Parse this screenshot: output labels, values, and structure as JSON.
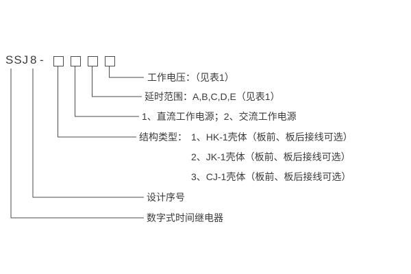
{
  "model": {
    "prefix": "SSJ",
    "number": "8",
    "separator": "-"
  },
  "labels": {
    "working_voltage": "工作电压：（见表1）",
    "delay_range": "延时范围：A,B,C,D,E（见表1）",
    "power_type": "1、直流工作电源；2、交流工作电源",
    "structure_type_title": "结构类型：",
    "structure_type_1": "1、HK-1壳体（板前、板后接线可选）",
    "structure_type_2": "2、JK-1壳体（板前、板后接线可选）",
    "structure_type_3": "3、CJ-1壳体（板前、板后接线可选）",
    "design_serial": "设计序号",
    "product_name": "数字式时间继电器"
  }
}
